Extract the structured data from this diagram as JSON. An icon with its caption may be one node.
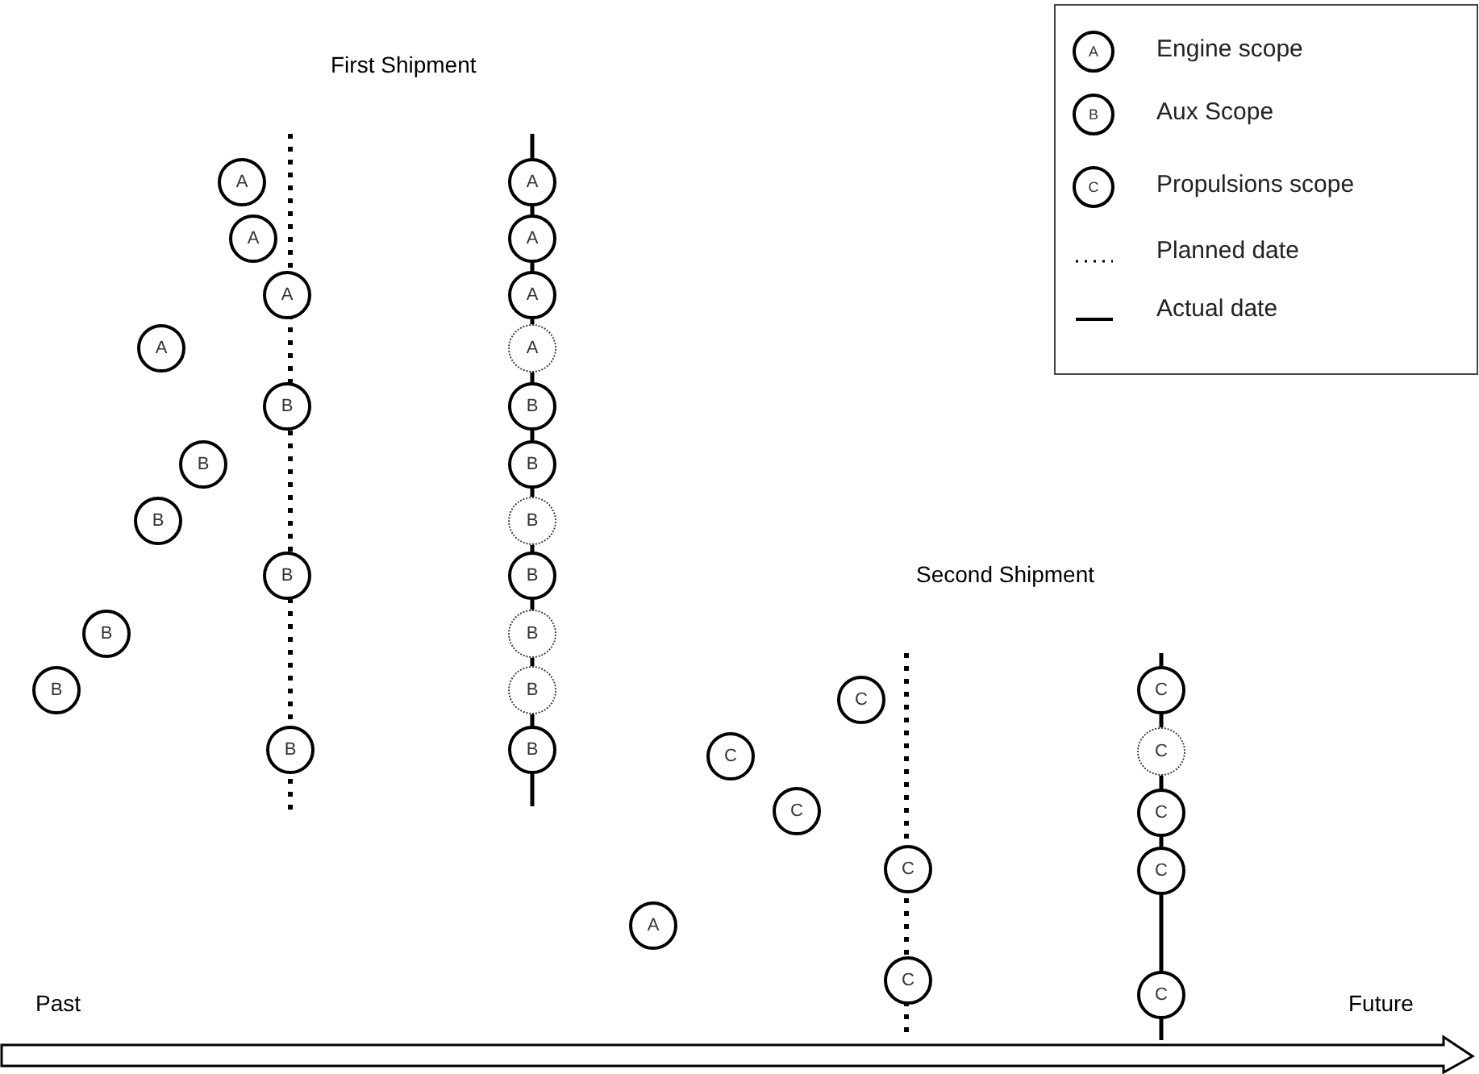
{
  "diagram": {
    "nodes": [
      {
        "text": [
          "A"
        ]
      },
      {
        "text": [
          "A"
        ]
      },
      {
        "text": [
          "A"
        ]
      },
      {
        "text": [
          "A"
        ]
      },
      {
        "text": [
          "B"
        ]
      },
      {
        "text": [
          "B"
        ]
      },
      {
        "text": [
          "B"
        ]
      },
      {
        "text": [
          "B"
        ]
      },
      {
        "text": [
          "B"
        ]
      },
      {
        "text": [
          "B"
        ]
      },
      {
        "text": [
          "B"
        ]
      },
      {
        "text": [
          "A"
        ]
      },
      {
        "text": [
          "A"
        ]
      },
      {
        "text": [
          "A"
        ]
      },
      {
        "text": [
          "A"
        ]
      },
      {
        "text": [
          "B"
        ]
      },
      {
        "text": [
          "B"
        ]
      },
      {
        "text": [
          "B"
        ]
      },
      {
        "text": [
          "B"
        ]
      },
      {
        "text": [
          "B"
        ]
      },
      {
        "text": [
          "B"
        ]
      },
      {
        "text": [
          "B"
        ]
      },
      {
        "text": [
          "C"
        ]
      },
      {
        "text": [
          "C"
        ]
      },
      {
        "text": [
          "C"
        ]
      },
      {
        "text": [
          "C"
        ]
      },
      {
        "text": [
          "A"
        ]
      },
      {
        "text": [
          "C"
        ]
      },
      {
        "text": [
          "C"
        ]
      },
      {
        "text": [
          "C"
        ]
      },
      {
        "text": [
          "C"
        ]
      },
      {
        "text": [
          "C"
        ]
      },
      {
        "text": [
          "C"
        ]
      }
    ],
    "labels": [
      "First Shipment",
      "A",
      "B",
      "C",
      "Second Shipment",
      "Past",
      "Future"
    ],
    "legend": [
      {
        "text": "Engine scope"
      },
      {
        "text": "Aux Scope"
      },
      {
        "text": "Propulsions scope"
      },
      {
        "text": "Planned date"
      },
      {
        "text": "Actual date"
      }
    ]
  }
}
